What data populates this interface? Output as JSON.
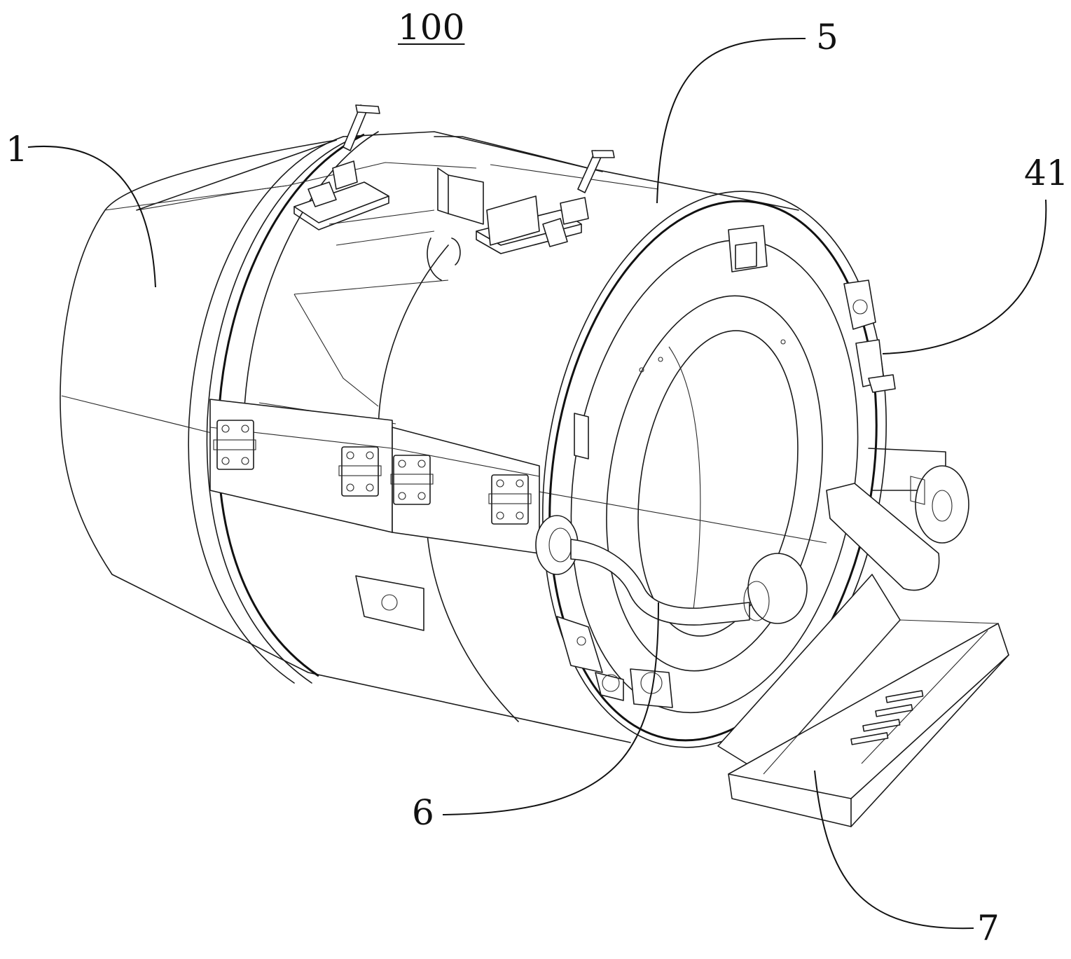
{
  "figure": {
    "number": "100",
    "reference_labels": [
      "1",
      "5",
      "41",
      "6",
      "7"
    ]
  },
  "colors": {
    "line": "#1a1a1a",
    "background": "#ffffff"
  }
}
